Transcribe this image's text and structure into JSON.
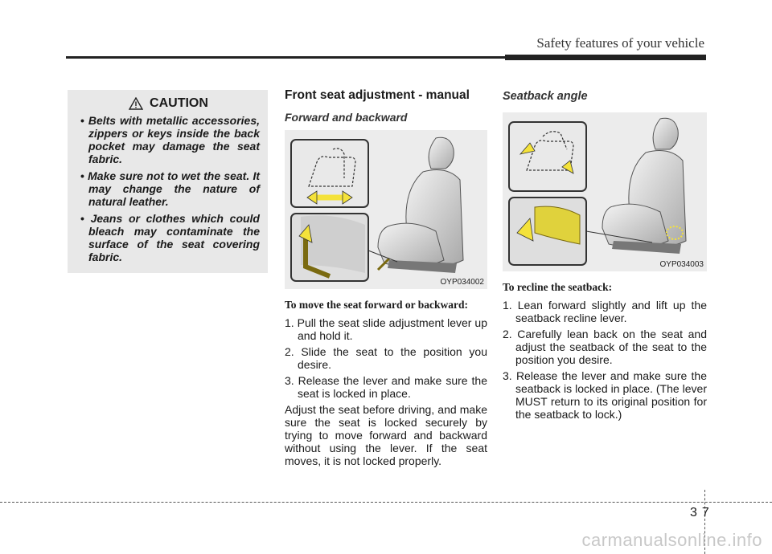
{
  "header": {
    "title": "Safety features of your vehicle"
  },
  "caution": {
    "title": "CAUTION",
    "items": [
      "Belts with metallic accessories, zippers or keys inside the back pocket may damage the seat fabric.",
      "Make sure not to wet the seat. It may change the nature of natural leather.",
      "Jeans or clothes which could bleach may contaminate the surface of the seat covering fabric."
    ]
  },
  "section": {
    "title": "Front seat adjustment - manual",
    "forward": {
      "subtitle": "Forward and backward",
      "figure_code": "OYP034002",
      "intro": "To move the seat forward or backward:",
      "steps": [
        "1. Pull the seat slide adjustment lever up and hold it.",
        "2. Slide the seat to the position you desire.",
        "3. Release the lever and make sure the seat is locked in place."
      ],
      "note": "Adjust the seat before driving, and make sure the seat is locked securely by trying to move forward and backward without using the lever. If the seat moves, it is not locked properly."
    },
    "seatback": {
      "subtitle": "Seatback angle",
      "figure_code": "OYP034003",
      "intro": "To recline the seatback:",
      "steps": [
        "1. Lean forward slightly and lift up the seatback recline lever.",
        "2. Carefully lean back on the seat and adjust the seatback of the seat to the position you desire.",
        "3. Release the lever and make sure the seatback is locked in place. (The lever MUST return to its original position for the seatback to lock.)"
      ]
    }
  },
  "footer": {
    "page": "37",
    "watermark": "carmanualsonline.info"
  },
  "colors": {
    "caution_bg": "#e8e8e8",
    "arrow_yellow": "#f4e23a",
    "lever_olive": "#7a6a10"
  }
}
